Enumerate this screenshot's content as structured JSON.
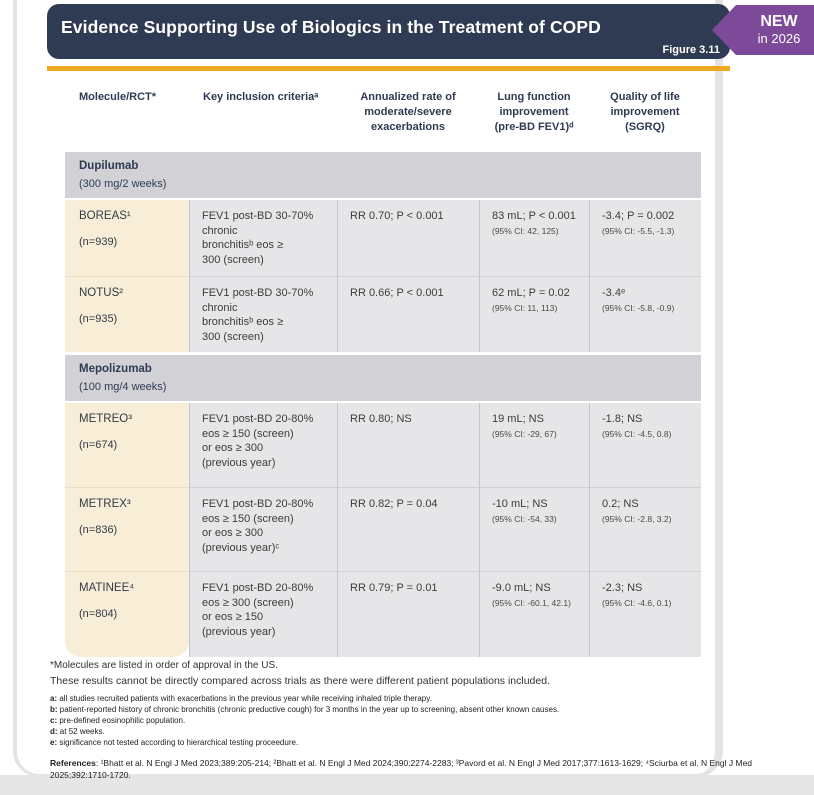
{
  "header": {
    "title": "Evidence Supporting Use of Biologics in the Treatment of COPD",
    "figure_label": "Figure 3.11",
    "ribbon_line1": "NEW",
    "ribbon_line2": "in 2026"
  },
  "colors": {
    "navy": "#2e3b52",
    "orange": "#efa820",
    "purple": "#7d4a9a",
    "section_gray": "#d2d2d6",
    "cell_gray": "#e6e6e8",
    "molecule_beige": "#f8edd6"
  },
  "table": {
    "columns": [
      "Molecule/RCT*",
      "Key inclusion criteriaᵃ",
      "Annualized rate of\nmoderate/severe\nexacerbations",
      "Lung function\nimprovement\n(pre-BD FEV1)ᵈ",
      "Quality of life\nimprovement\n(SGRQ)"
    ],
    "sections": [
      {
        "name": "Dupilumab",
        "dose": "(300 mg/2 weeks)",
        "rows": [
          {
            "trial": "BOREAS¹",
            "n": "(n=939)",
            "criteria": "FEV1 post-BD 30-70%\nchronic\nbronchitisᵇ eos ≥\n300 (screen)",
            "exacerbations": "RR 0.70; P < 0.001",
            "lung": "83 mL; P < 0.001",
            "lung_ci": "(95% CI: 42, 125)",
            "qol": "-3.4; P = 0.002",
            "qol_ci": "(95% CI: -5.5, -1.3)"
          },
          {
            "trial": "NOTUS²",
            "n": "(n=935)",
            "criteria": "FEV1 post-BD 30-70%\nchronic\nbronchitisᵇ eos ≥\n300 (screen)",
            "exacerbations": "RR 0.66; P < 0.001",
            "lung": "62 mL; P = 0.02",
            "lung_ci": "(95% CI: 11, 113)",
            "qol": "-3.4ᵉ",
            "qol_ci": "(95% CI: -5.8, -0.9)"
          }
        ]
      },
      {
        "name": "Mepolizumab",
        "dose": "(100 mg/4 weeks)",
        "rows": [
          {
            "trial": "METREO³",
            "n": "(n=674)",
            "criteria": "FEV1 post-BD 20-80%\neos ≥ 150 (screen)\nor eos ≥ 300\n(previous year)",
            "exacerbations": "RR 0.80; NS",
            "lung": "19 mL; NS",
            "lung_ci": "(95% CI: -29, 67)",
            "qol": "-1.8; NS",
            "qol_ci": "(95% CI: -4.5, 0.8)"
          },
          {
            "trial": "METREX³",
            "n": "(n=836)",
            "criteria": "FEV1 post-BD 20-80%\neos ≥ 150 (screen)\nor eos ≥ 300\n(previous year)ᶜ",
            "exacerbations": "RR 0.82; P = 0.04",
            "lung": "-10 mL; NS",
            "lung_ci": "(95% CI: -54, 33)",
            "qol": "0.2; NS",
            "qol_ci": "(95% CI: -2.8, 3.2)"
          },
          {
            "trial": "MATINEE⁴",
            "n": "(n=804)",
            "criteria": "FEV1 post-BD 20-80%\neos ≥ 300 (screen)\nor eos ≥ 150\n(previous year)",
            "exacerbations": "RR 0.79; P = 0.01",
            "lung": "-9.0 mL; NS",
            "lung_ci": "(95% CI: -60.1, 42.1)",
            "qol": "-2.3; NS",
            "qol_ci": "(95% CI: -4.6, 0.1)"
          }
        ]
      }
    ]
  },
  "footnotes": {
    "star": "*Molecules are listed in order of approval in the US.",
    "comparison": "These results cannot be directly compared across trials as there were different patient populations included.",
    "letters": [
      {
        "label": "a:",
        "text": "all studies recruited patients with exacerbations in the previous year while receiving inhaled triple therapy."
      },
      {
        "label": "b:",
        "text": "patient-reported history of chronic bronchitis (chronic preductive cough) for 3 months in the year up to screening, absent other known causes."
      },
      {
        "label": "c:",
        "text": "pre-defined eosinophilic population."
      },
      {
        "label": "d:",
        "text": "at 52 weeks."
      },
      {
        "label": "e:",
        "text": "significance not tested according to hierarchical testing proceedure."
      }
    ],
    "references_label": "References",
    "references_text": ": ¹Bhatt et al. N Engl J Med 2023;389:205-214; ²Bhatt et al. N Engl J Med 2024;390:2274-2283; ³Pavord et al. N Engl J Med 2017;377:1613-1629; ⁴Sciurba et al. N Engl J Med 2025;392:1710-1720."
  }
}
